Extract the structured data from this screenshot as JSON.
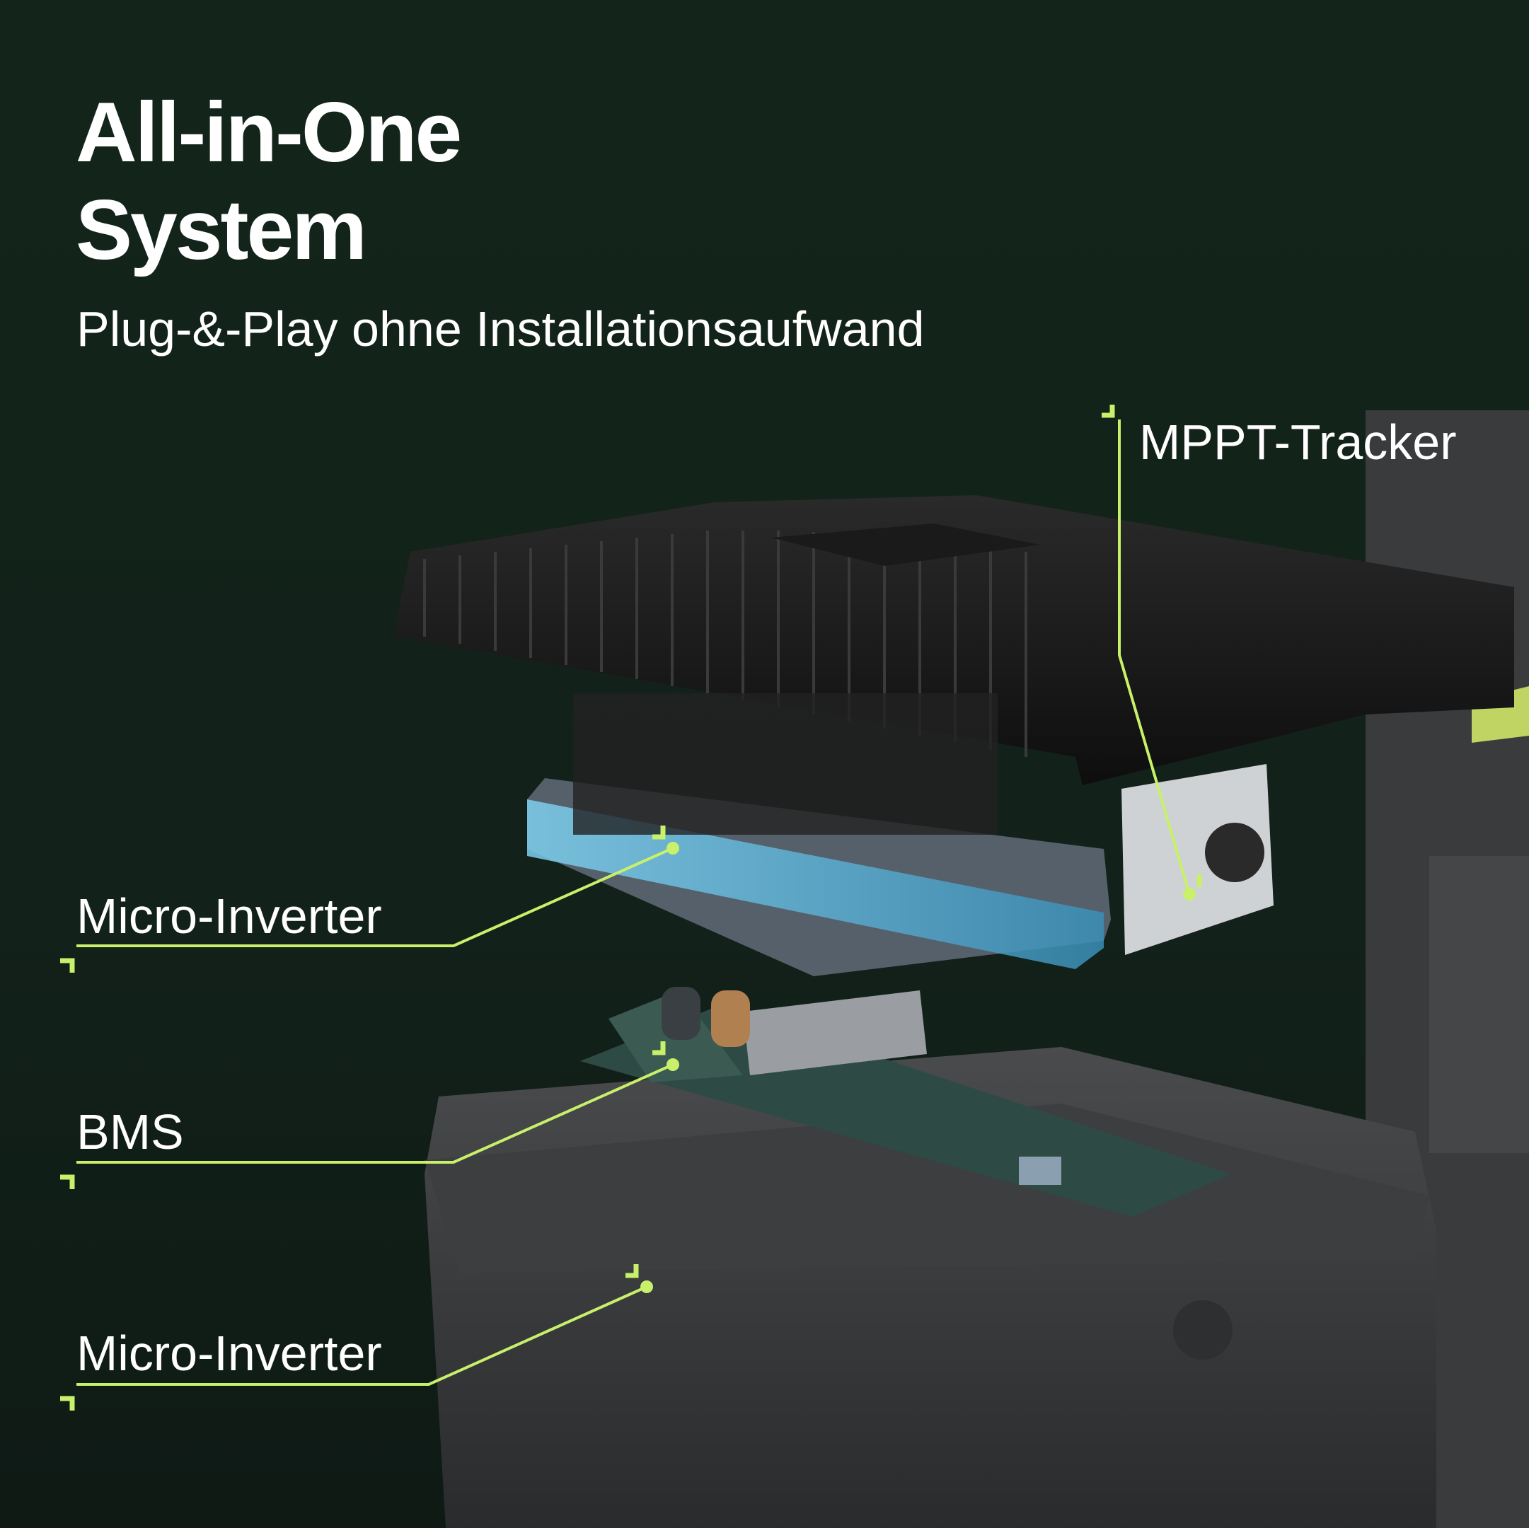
{
  "header": {
    "title_line1": "All-in-One",
    "title_line2": "System",
    "subtitle": "Plug-&-Play ohne Installationsaufwand"
  },
  "callouts": [
    {
      "label": "MPPT-Tracker"
    },
    {
      "label": "Micro-Inverter"
    },
    {
      "label": "BMS"
    },
    {
      "label": "Micro-Inverter"
    }
  ],
  "colors": {
    "background": "#12221a",
    "accent": "#c8f06a",
    "text": "#ffffff"
  }
}
